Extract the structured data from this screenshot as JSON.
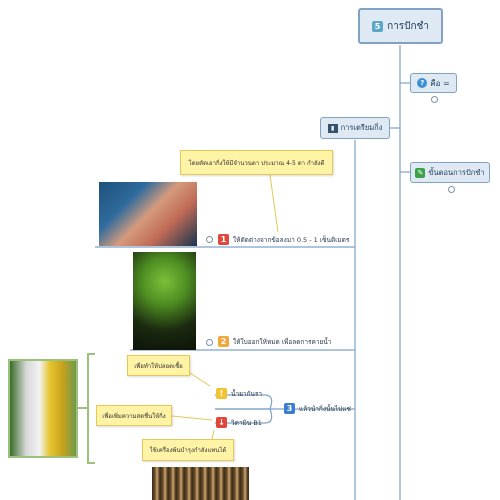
{
  "root": {
    "number": "5",
    "title": "การปักชำ"
  },
  "topics": {
    "what": {
      "title": "คือ ="
    },
    "steps": {
      "title": "ขั้นตอนการปักชำ"
    },
    "prep": {
      "title": "การเตรียมกิ่ง"
    }
  },
  "items": [
    {
      "number": "1",
      "color": "#e0483c",
      "label": "ให้ตัดต่างจากข้อลงมา 0.5 - 1 เซ็นติเมตร"
    },
    {
      "number": "2",
      "color": "#f0a83a",
      "label": "ให้ใบออกให้หมด เพื่อลดการคายน้ำ"
    },
    {
      "number": "3",
      "color": "#3b7ed0",
      "label": "แล้วนำกิ่งนั้นไปแช่"
    }
  ],
  "sub_items": [
    {
      "label": "น้ำยากันรา"
    },
    {
      "label": "วิตามิน B1"
    }
  ],
  "notes": [
    {
      "text": "โดยตัดเอากิ่งให้มีจำนวนตา ประมาณ 4-5 ตา กำลังดี"
    },
    {
      "text": "เพื่อทำให้ปลอดเชื้อ"
    },
    {
      "text": "เพื่อเพิ่มความสดชื่นให้กิ่ง"
    },
    {
      "text": "ใช้เครื่องพ้นบำรุงกำลังแทนได้"
    }
  ],
  "colors": {
    "line": "#7fa2c5",
    "branch_green": "#9bc27a",
    "note_bg": "#fff3a6"
  },
  "icons": [
    "question-icon",
    "edit-icon",
    "chart-icon",
    "warning-icon",
    "arrow-down-icon"
  ]
}
